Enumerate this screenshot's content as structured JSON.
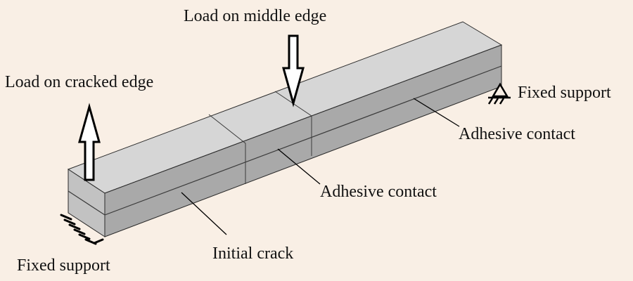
{
  "labels": {
    "load_middle": "Load on middle edge",
    "load_cracked": "Load on cracked edge",
    "fixed_support_right": "Fixed support",
    "fixed_support_left": "Fixed support",
    "adhesive_contact_right": "Adhesive contact",
    "adhesive_contact_middle": "Adhesive contact",
    "initial_crack": "Initial crack"
  },
  "colors": {
    "background": "#f9efe5",
    "top_face": "#d6d6d6",
    "front_face": "#ababab",
    "edge_lines": "#2a2a2a",
    "annotation": "#000000"
  }
}
